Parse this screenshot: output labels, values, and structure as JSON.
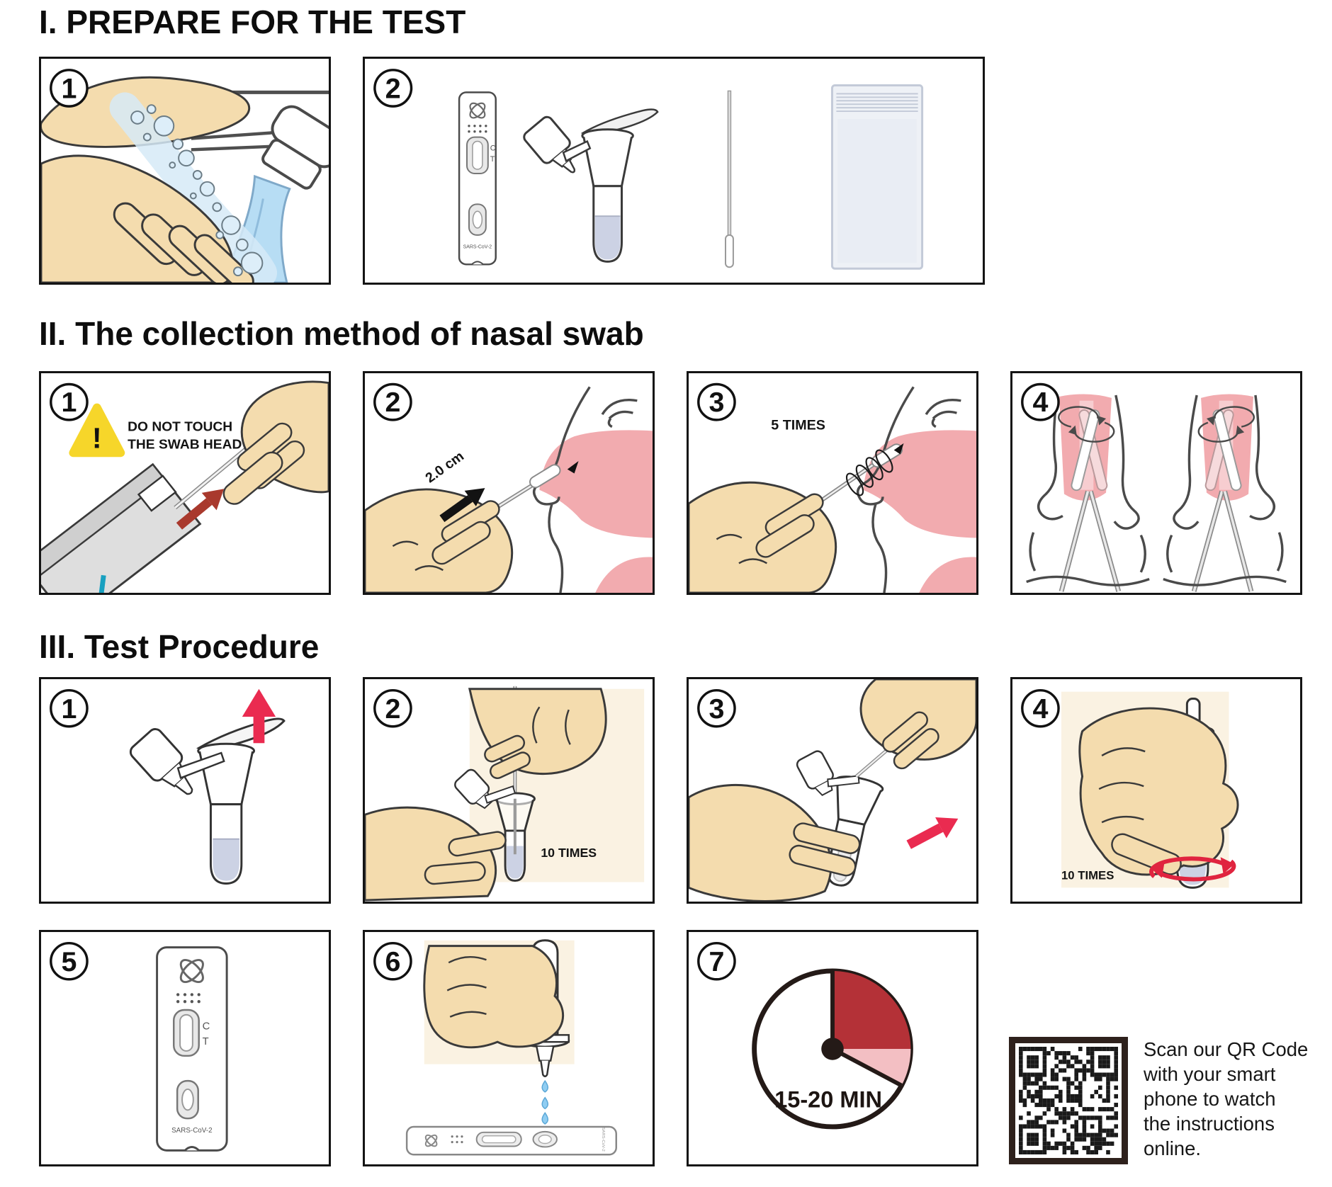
{
  "document": {
    "section1": {
      "title": "I. PREPARE FOR THE TEST"
    },
    "section2": {
      "title": "II. The collection method of nasal swab"
    },
    "section3": {
      "title": "III. Test Procedure"
    }
  },
  "panels": {
    "prep1": {
      "num": "1"
    },
    "prep2": {
      "num": "2"
    },
    "collect1": {
      "num": "1",
      "warn1": "DO NOT TOUCH",
      "warn2": "THE SWAB HEAD",
      "warn_mark": "!"
    },
    "collect2": {
      "num": "2",
      "depth": "2.0 cm"
    },
    "collect3": {
      "num": "3",
      "times": "5 TIMES"
    },
    "collect4": {
      "num": "4"
    },
    "test1": {
      "num": "1"
    },
    "test2": {
      "num": "2",
      "times": "10 TIMES"
    },
    "test3": {
      "num": "3"
    },
    "test4": {
      "num": "4",
      "times": "10 TIMES"
    },
    "test5": {
      "num": "5"
    },
    "test6": {
      "num": "6"
    },
    "test7": {
      "num": "7",
      "duration": "15-20 MIN"
    }
  },
  "cassette": {
    "control_line": "C",
    "test_line": "T",
    "product_name": "SARS-CoV-2"
  },
  "qr_block": {
    "caption_lines": [
      "Scan our QR Code",
      "with your smart",
      "phone to watch",
      "the instructions",
      "online."
    ]
  },
  "colors": {
    "accent_red": "#ea2b50",
    "dark_red_arrow": "#a9392d",
    "timer_dark_red": "#b43137",
    "timer_light_pink": "#f3bfc3",
    "warning_yellow": "#f6d62a",
    "skin": "#f4dcae",
    "nasal_pink": "#f2abaf",
    "water_blue": "#b7ddf4",
    "tube_liquid": "#ccd2e4",
    "wrapper_teal": "#18a0c0"
  }
}
